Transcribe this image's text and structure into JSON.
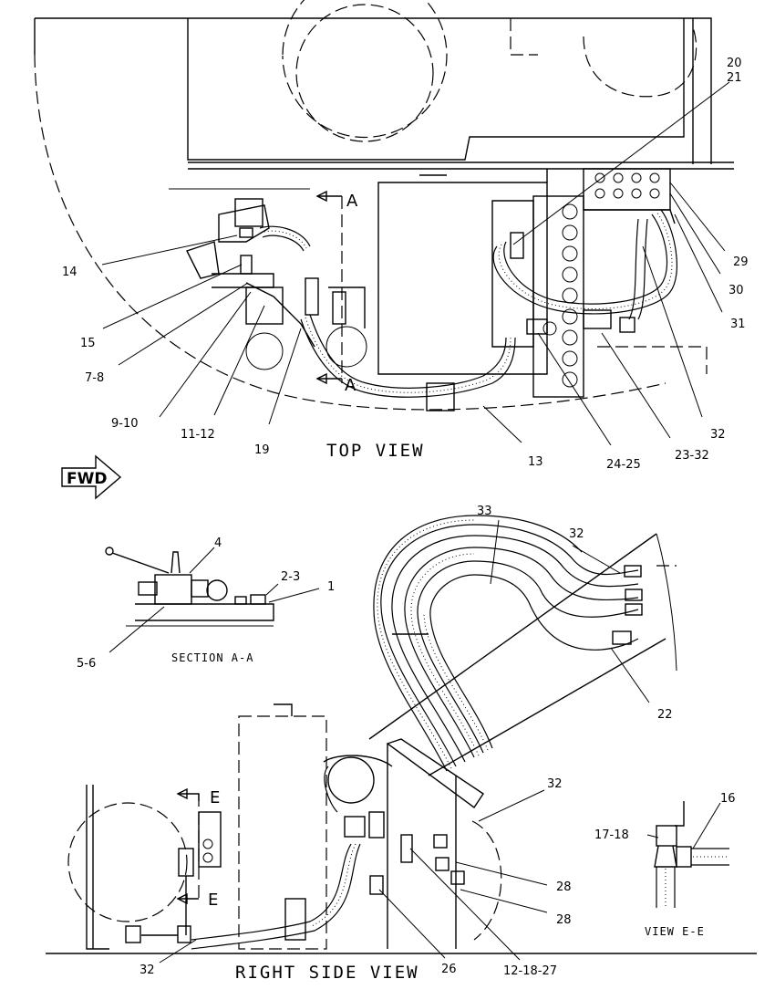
{
  "views": {
    "top_view": "TOP VIEW",
    "section_aa": "SECTION A-A",
    "right_side_view": "RIGHT SIDE VIEW",
    "view_ee": "VIEW E-E"
  },
  "direction": "FWD",
  "section_marks": {
    "a": "A",
    "e": "E"
  },
  "callouts": {
    "c20": "20",
    "c21": "21",
    "c29": "29",
    "c30": "30",
    "c31": "31",
    "c32a": "32",
    "c23_32": "23-32",
    "c24_25": "24-25",
    "c13": "13",
    "c19": "19",
    "c11_12": "11-12",
    "c9_10": "9-10",
    "c7_8": "7-8",
    "c15": "15",
    "c14": "14",
    "c4": "4",
    "c2_3": "2-3",
    "c1": "1",
    "c5_6": "5-6",
    "c33": "33",
    "c32b": "32",
    "c22": "22",
    "c32c": "32",
    "c28a": "28",
    "c28b": "28",
    "c12_18_27": "12-18-27",
    "c26": "26",
    "c32d": "32",
    "c16": "16",
    "c17_18": "17-18"
  }
}
